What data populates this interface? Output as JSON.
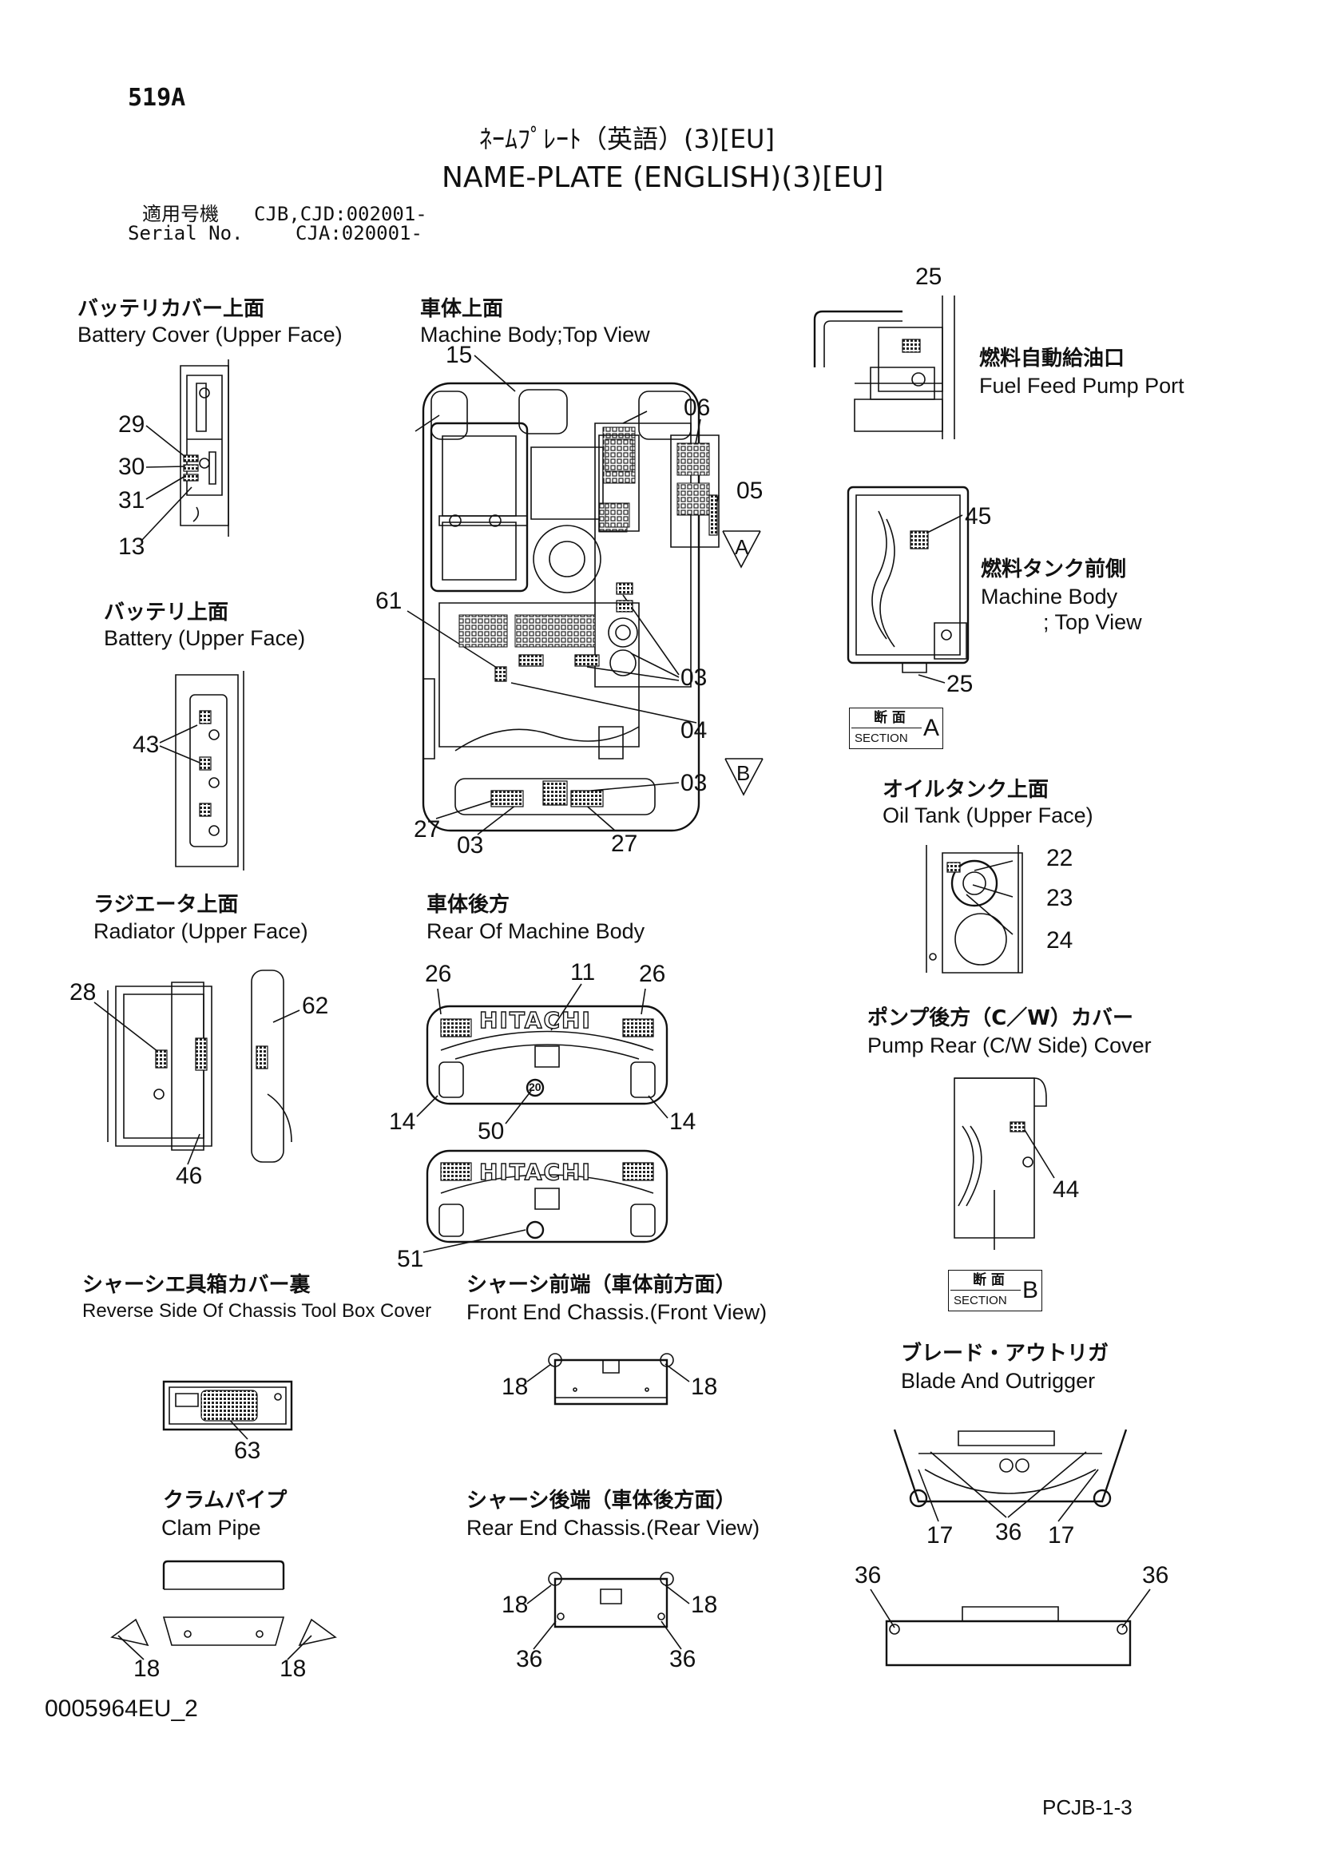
{
  "header": {
    "page_code": "519A",
    "title_jp": "ﾈｰﾑﾌﾟﾚｰﾄ（英語）(3)[EU]",
    "title_en": "NAME-PLATE (ENGLISH)(3)[EU]",
    "serial_label_jp": "適用号機",
    "serial_label_en": "Serial No.",
    "serial_value_1": "CJB,CJD:002001-",
    "serial_value_2": "CJA:020001-"
  },
  "sections": {
    "battery_cover": {
      "jp": "バッテリカバー上面",
      "en": "Battery Cover (Upper Face)"
    },
    "machine_body_top": {
      "jp": "車体上面",
      "en": "Machine Body;Top View"
    },
    "fuel_feed": {
      "jp": "燃料自動給油口",
      "en": "Fuel Feed Pump Port"
    },
    "fuel_tank_front": {
      "jp": "燃料タンク前側",
      "en1": "Machine Body",
      "en2": "; Top View"
    },
    "battery_upper": {
      "jp": "バッテリ上面",
      "en": "Battery (Upper Face)"
    },
    "oil_tank": {
      "jp": "オイルタンク上面",
      "en": "Oil Tank (Upper Face)"
    },
    "radiator": {
      "jp": "ラジエータ上面",
      "en": "Radiator (Upper Face)"
    },
    "rear_body": {
      "jp": "車体後方",
      "en": "Rear Of Machine Body"
    },
    "pump_rear": {
      "jp": "ポンプ後方（C／W）カバー",
      "en": "Pump Rear (C/W Side) Cover"
    },
    "tool_box": {
      "jp": "シャーシエ具箱カバー裏",
      "en": "Reverse Side Of Chassis Tool Box Cover"
    },
    "front_chassis": {
      "jp": "シャーシ前端（車体前方面）",
      "en": "Front End Chassis.(Front View)"
    },
    "blade": {
      "jp": "ブレード・アウトリガ",
      "en": "Blade And Outrigger"
    },
    "clam_pipe": {
      "jp": "クラムパイプ",
      "en": "Clam Pipe"
    },
    "rear_chassis": {
      "jp": "シャーシ後端（車体後方面）",
      "en": "Rear End Chassis.(Rear View)"
    }
  },
  "section_marks": {
    "jp": "断 面",
    "en": "SECTION",
    "a": "A",
    "b": "B"
  },
  "view_arrows": {
    "a": "A",
    "b": "B"
  },
  "brand": "HITACHI",
  "badge": "20",
  "callouts": {
    "c25a": "25",
    "c15": "15",
    "c06": "06",
    "c05": "05",
    "c29": "29",
    "c30": "30",
    "c31": "31",
    "c13": "13",
    "c45": "45",
    "c61": "61",
    "c03a": "03",
    "c04": "04",
    "c03b": "03",
    "c25b": "25",
    "c43": "43",
    "c27a": "27",
    "c03c": "03",
    "c27b": "27",
    "c22": "22",
    "c23": "23",
    "c24": "24",
    "c26a": "26",
    "c11": "11",
    "c26b": "26",
    "c28": "28",
    "c62": "62",
    "c14a": "14",
    "c50": "50",
    "c14b": "14",
    "c46": "46",
    "c44": "44",
    "c51": "51",
    "c18a": "18",
    "c18b": "18",
    "c63": "63",
    "c17a": "17",
    "c36a": "36",
    "c17b": "17",
    "c36b": "36",
    "c36c": "36",
    "c18c": "18",
    "c18d": "18",
    "c18e": "18",
    "c18f": "18",
    "c36d": "36",
    "c36e": "36"
  },
  "footer": {
    "doc_id": "0005964EU_2",
    "page_ref": "PCJB-1-3"
  }
}
